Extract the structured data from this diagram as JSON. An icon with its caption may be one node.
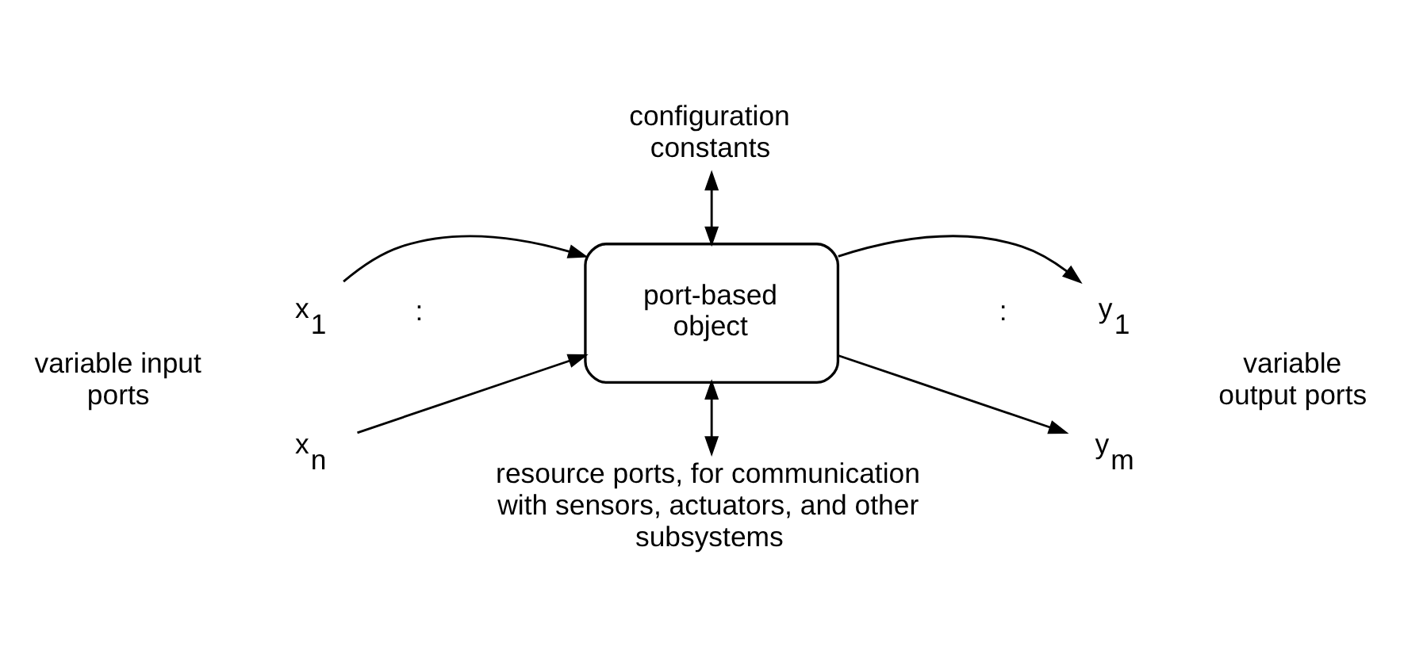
{
  "diagram": {
    "nodes": [
      {
        "text": [
          "configuration constants"
        ]
      },
      {
        "text": [
          "x$_{1}$"
        ]
      },
      {
        "text": [
          "x$_{n}$"
        ]
      },
      {
        "text": [
          "port-based object"
        ]
      },
      {
        "text": [
          "y$_{1}$"
        ]
      },
      {
        "text": [
          "y$_{m}$"
        ]
      },
      {
        "text": [
          "resource ports, for communication with sensors, actuators, and other subsystems"
        ]
      }
    ],
    "edges": [
      {
        "from": 0,
        "to": 3,
        "arrow": "both"
      },
      {
        "from": 1,
        "to": 3,
        "arrow": "to"
      },
      {
        "from": 2,
        "to": 3,
        "arrow": "to"
      },
      {
        "from": 3,
        "to": 4,
        "arrow": "to"
      },
      {
        "from": 3,
        "to": 5,
        "arrow": "to"
      },
      {
        "from": 6,
        "to": 3,
        "arrow": "both"
      }
    ],
    "labels": [
      "variable input ports",
      ":",
      ":",
      "variable output ports"
    ]
  }
}
